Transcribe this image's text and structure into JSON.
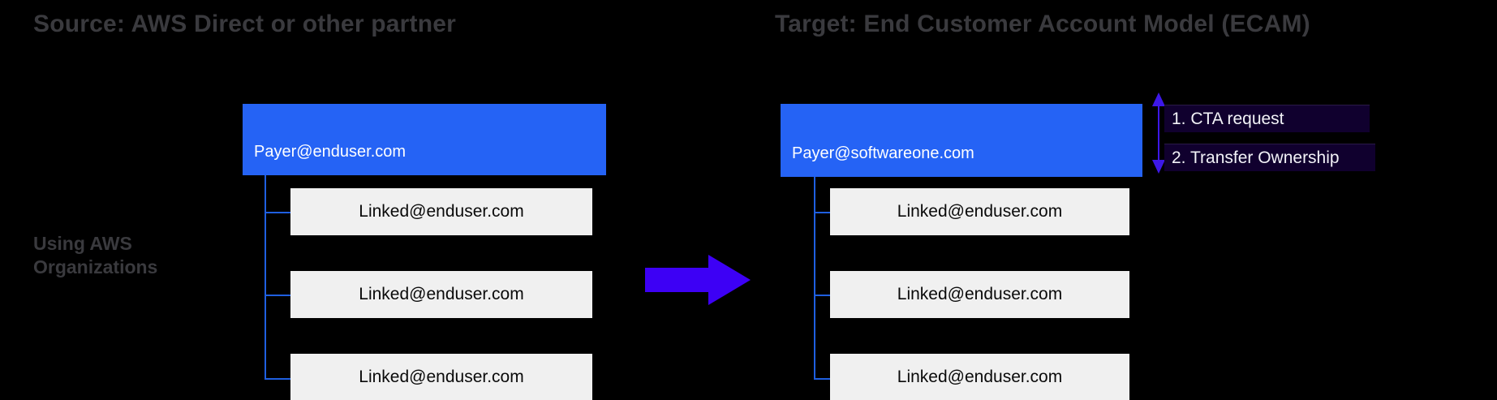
{
  "titles": {
    "source": "Source: AWS Direct or other partner",
    "target": "Target: End Customer Account Model (ECAM)"
  },
  "side_caption": {
    "text": "Using AWS Organizations"
  },
  "source_group": {
    "payer": {
      "label": "Payer@enduser.com"
    },
    "linked_accounts": [
      {
        "label": "Linked@enduser.com"
      },
      {
        "label": "Linked@enduser.com"
      },
      {
        "label": "Linked@enduser.com"
      }
    ]
  },
  "target_group": {
    "payer": {
      "label": "Payer@softwareone.com"
    },
    "linked_accounts": [
      {
        "label": "Linked@enduser.com"
      },
      {
        "label": "Linked@enduser.com"
      },
      {
        "label": "Linked@enduser.com"
      }
    ]
  },
  "steps": [
    {
      "label": "1. CTA request"
    },
    {
      "label": "2. Transfer Ownership"
    }
  ],
  "icons": {
    "transition_arrow": "right-arrow-icon",
    "step_arrow": "vertical-double-arrow-icon"
  },
  "colors": {
    "background": "#000000",
    "payer_blue": "#2563f5",
    "linked_gray": "#f0f0f0",
    "connector_blue": "#1f5fe0",
    "arrow_violet": "#3d00f5",
    "step_box_navy": "#10002e",
    "title_gray": "#3a3a3e",
    "text_white": "#ffffff",
    "text_black": "#0a0a0a"
  }
}
